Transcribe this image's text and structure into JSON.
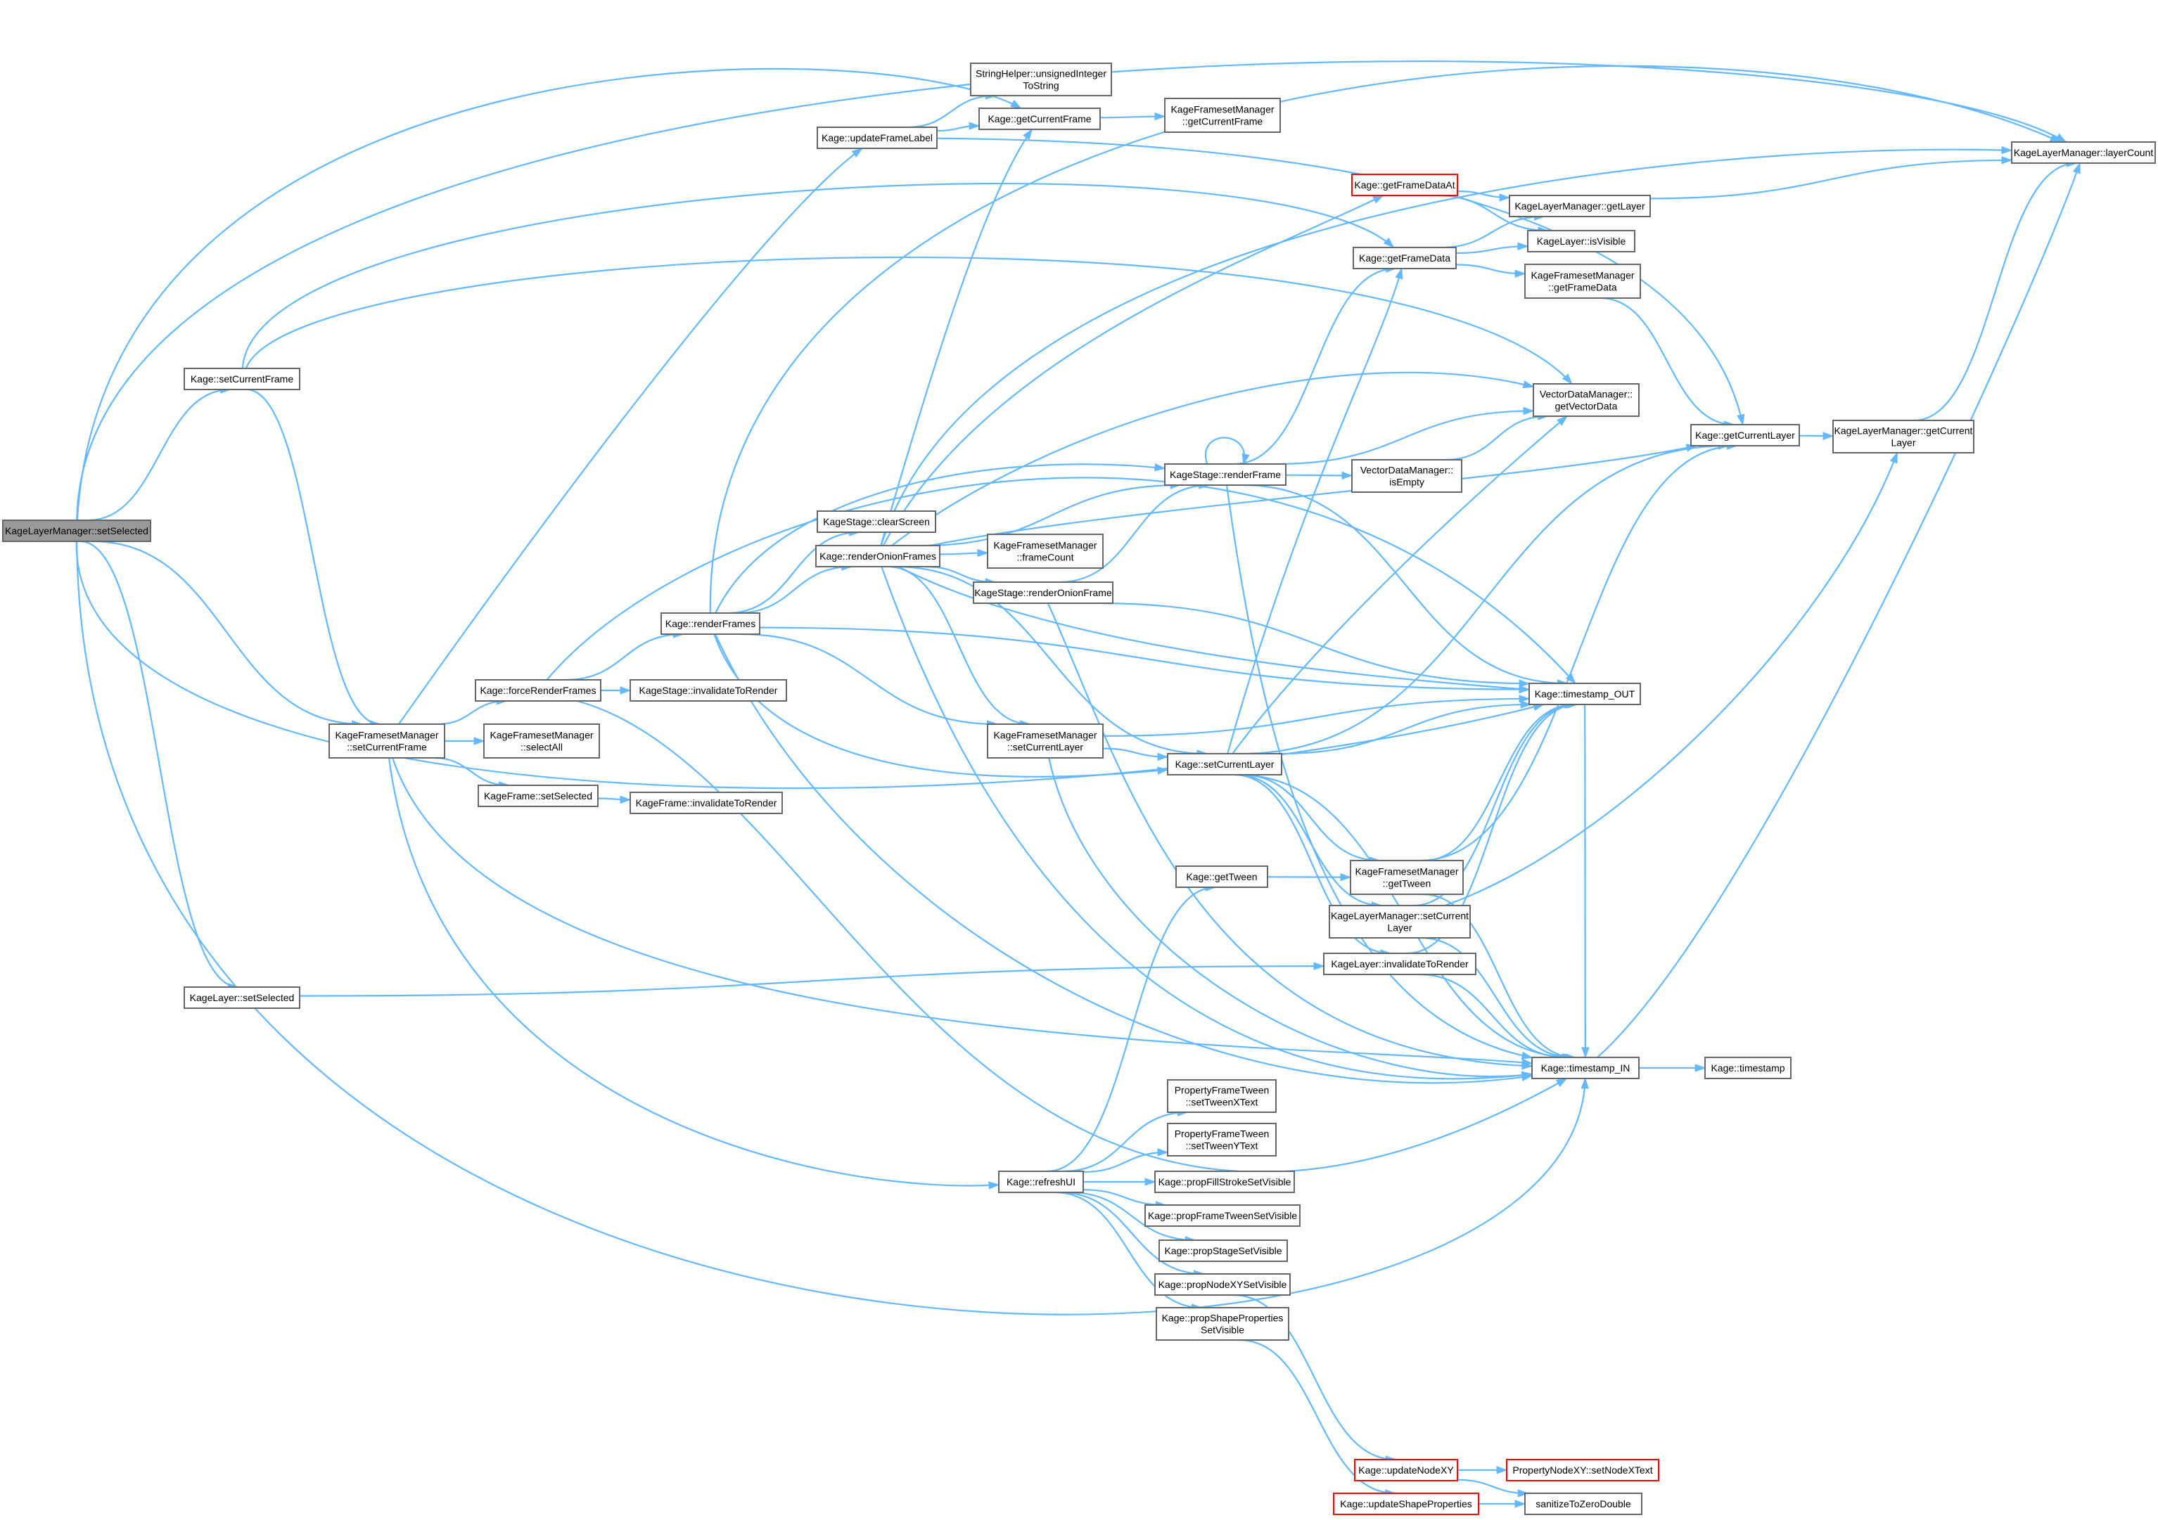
{
  "graph": {
    "edge_color": "#63b8ff",
    "node_border_color": "#666666",
    "root_fill_color": "#999999",
    "truncated_border_color": "#ff0000",
    "nodes": [
      {
        "id": "root",
        "lines": [
          "KageLayerManager::setSelected"
        ],
        "root": true
      },
      {
        "id": "setCurrentFrame",
        "lines": [
          "Kage::setCurrentFrame"
        ]
      },
      {
        "id": "fsm_setCurrentFrame",
        "lines": [
          "KageFramesetManager",
          "::setCurrentFrame"
        ]
      },
      {
        "id": "layer_setSelected",
        "lines": [
          "KageLayer::setSelected"
        ]
      },
      {
        "id": "forceRenderFrames",
        "lines": [
          "Kage::forceRenderFrames"
        ]
      },
      {
        "id": "fsm_selectAll",
        "lines": [
          "KageFramesetManager",
          "::selectAll"
        ]
      },
      {
        "id": "frame_setSelected",
        "lines": [
          "KageFrame::setSelected"
        ]
      },
      {
        "id": "frame_invalidate",
        "lines": [
          "KageFrame::invalidateToRender"
        ]
      },
      {
        "id": "stage_invalidate",
        "lines": [
          "KageStage::invalidateToRender"
        ]
      },
      {
        "id": "renderFrames",
        "lines": [
          "Kage::renderFrames"
        ]
      },
      {
        "id": "updateFrameLabel",
        "lines": [
          "Kage::updateFrameLabel"
        ]
      },
      {
        "id": "stringHelper",
        "lines": [
          "StringHelper::unsignedInteger",
          "ToString"
        ]
      },
      {
        "id": "getCurrentFrame",
        "lines": [
          "Kage::getCurrentFrame"
        ]
      },
      {
        "id": "fsm_getCurrentFrame",
        "lines": [
          "KageFramesetManager",
          "::getCurrentFrame"
        ]
      },
      {
        "id": "clearScreen",
        "lines": [
          "KageStage::clearScreen"
        ]
      },
      {
        "id": "renderOnionFrames",
        "lines": [
          "Kage::renderOnionFrames"
        ]
      },
      {
        "id": "fsm_frameCount",
        "lines": [
          "KageFramesetManager",
          "::frameCount"
        ]
      },
      {
        "id": "renderOnionFrame",
        "lines": [
          "KageStage::renderOnionFrame"
        ]
      },
      {
        "id": "renderFrame",
        "lines": [
          "KageStage::renderFrame"
        ]
      },
      {
        "id": "fsm_setCurrentLayer",
        "lines": [
          "KageFramesetManager",
          "::setCurrentLayer"
        ]
      },
      {
        "id": "setCurrentLayer",
        "lines": [
          "Kage::setCurrentLayer"
        ]
      },
      {
        "id": "getTween",
        "lines": [
          "Kage::getTween"
        ]
      },
      {
        "id": "refreshUI",
        "lines": [
          "Kage::refreshUI"
        ]
      },
      {
        "id": "setTweenXText",
        "lines": [
          "PropertyFrameTween",
          "::setTweenXText"
        ]
      },
      {
        "id": "setTweenYText",
        "lines": [
          "PropertyFrameTween",
          "::setTweenYText"
        ]
      },
      {
        "id": "propFillStroke",
        "lines": [
          "Kage::propFillStrokeSetVisible"
        ]
      },
      {
        "id": "propFrameTween",
        "lines": [
          "Kage::propFrameTweenSetVisible"
        ]
      },
      {
        "id": "propStage",
        "lines": [
          "Kage::propStageSetVisible"
        ]
      },
      {
        "id": "propNodeXY",
        "lines": [
          "Kage::propNodeXYSetVisible"
        ]
      },
      {
        "id": "propShapeProps",
        "lines": [
          "Kage::propShapeProperties",
          "SetVisible"
        ]
      },
      {
        "id": "getFrameDataAt",
        "lines": [
          "Kage::getFrameDataAt"
        ],
        "red": true
      },
      {
        "id": "getFrameData",
        "lines": [
          "Kage::getFrameData"
        ]
      },
      {
        "id": "vdm_isEmpty",
        "lines": [
          "VectorDataManager::",
          "isEmpty"
        ]
      },
      {
        "id": "vdm_getVectorData",
        "lines": [
          "VectorDataManager::",
          "getVectorData"
        ]
      },
      {
        "id": "fsm_getTween",
        "lines": [
          "KageFramesetManager",
          "::getTween"
        ]
      },
      {
        "id": "lm_setCurrentLayer",
        "lines": [
          "KageLayerManager::setCurrent",
          "Layer"
        ]
      },
      {
        "id": "layer_invalidate",
        "lines": [
          "KageLayer::invalidateToRender"
        ]
      },
      {
        "id": "updateNodeXY",
        "lines": [
          "Kage::updateNodeXY"
        ],
        "red": true
      },
      {
        "id": "updateShapeProps",
        "lines": [
          "Kage::updateShapeProperties"
        ],
        "red": true
      },
      {
        "id": "lm_getLayer",
        "lines": [
          "KageLayerManager::getLayer"
        ]
      },
      {
        "id": "layer_isVisible",
        "lines": [
          "KageLayer::isVisible"
        ]
      },
      {
        "id": "fsm_getFrameData",
        "lines": [
          "KageFramesetManager",
          "::getFrameData"
        ]
      },
      {
        "id": "timestamp_OUT",
        "lines": [
          "Kage::timestamp_OUT"
        ]
      },
      {
        "id": "timestamp_IN",
        "lines": [
          "Kage::timestamp_IN"
        ]
      },
      {
        "id": "setNodeXText",
        "lines": [
          "PropertyNodeXY::setNodeXText"
        ],
        "red": true
      },
      {
        "id": "sanitize",
        "lines": [
          "sanitizeToZeroDouble"
        ]
      },
      {
        "id": "getCurrentLayer",
        "lines": [
          "Kage::getCurrentLayer"
        ]
      },
      {
        "id": "timestamp",
        "lines": [
          "Kage::timestamp"
        ]
      },
      {
        "id": "lm_getCurrentLayer",
        "lines": [
          "KageLayerManager::getCurrent",
          "Layer"
        ]
      },
      {
        "id": "lm_layerCount",
        "lines": [
          "KageLayerManager::layerCount"
        ]
      }
    ]
  }
}
